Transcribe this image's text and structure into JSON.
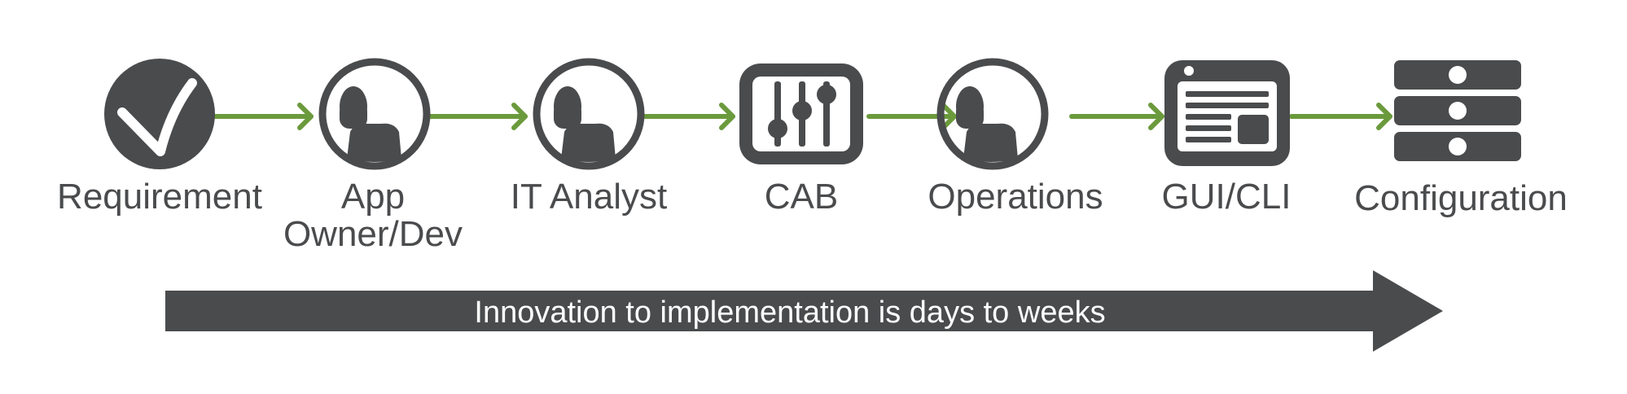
{
  "colors": {
    "icon": "#4a4b4d",
    "connector": "#6b9a3c",
    "banner": "#4a4b4d",
    "banner_text": "#ffffff",
    "background": "#ffffff"
  },
  "steps": [
    {
      "icon": "checkmark-icon",
      "label_lines": [
        "Requirement"
      ]
    },
    {
      "icon": "person-icon",
      "label_lines": [
        "App",
        "Owner/Dev"
      ]
    },
    {
      "icon": "person-icon",
      "label_lines": [
        "IT Analyst"
      ]
    },
    {
      "icon": "sliders-icon",
      "label_lines": [
        "CAB"
      ]
    },
    {
      "icon": "person-icon",
      "label_lines": [
        "Operations"
      ]
    },
    {
      "icon": "window-icon",
      "label_lines": [
        "GUI/CLI"
      ]
    },
    {
      "icon": "server-stack-icon",
      "label_lines": [
        "Configuration"
      ]
    }
  ],
  "banner": {
    "text": "Innovation to implementation is days to weeks"
  }
}
